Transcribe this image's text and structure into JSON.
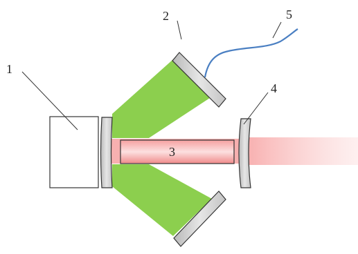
{
  "labels": {
    "source": "1",
    "mirror_top": "2",
    "crystal": "3",
    "output_coupler": "4",
    "fiber": "5"
  },
  "colors": {
    "pump_beam": "#8ccf4e",
    "laser_beam": "#f07070",
    "crystal_fill": "#f59a9a",
    "optic_fill": "#cccccc",
    "outline": "#333333",
    "fiber": "#4a7fc2",
    "leader": "#333333"
  }
}
